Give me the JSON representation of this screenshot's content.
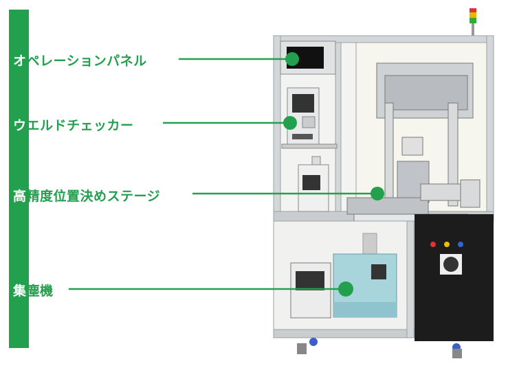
{
  "callouts": [
    {
      "first": "オ",
      "rest": "ペレーションパネル"
    },
    {
      "first": "ウ",
      "rest": "エルドチェッカー"
    },
    {
      "first": "高",
      "rest": "精度位置決めステージ"
    },
    {
      "first": "集",
      "rest": "塵機"
    }
  ],
  "colors": {
    "accent": "#22a04e",
    "frame": "#c8ccd0",
    "cabinet": "#1c1c1c",
    "dust_collector": "#a8d4dc"
  }
}
